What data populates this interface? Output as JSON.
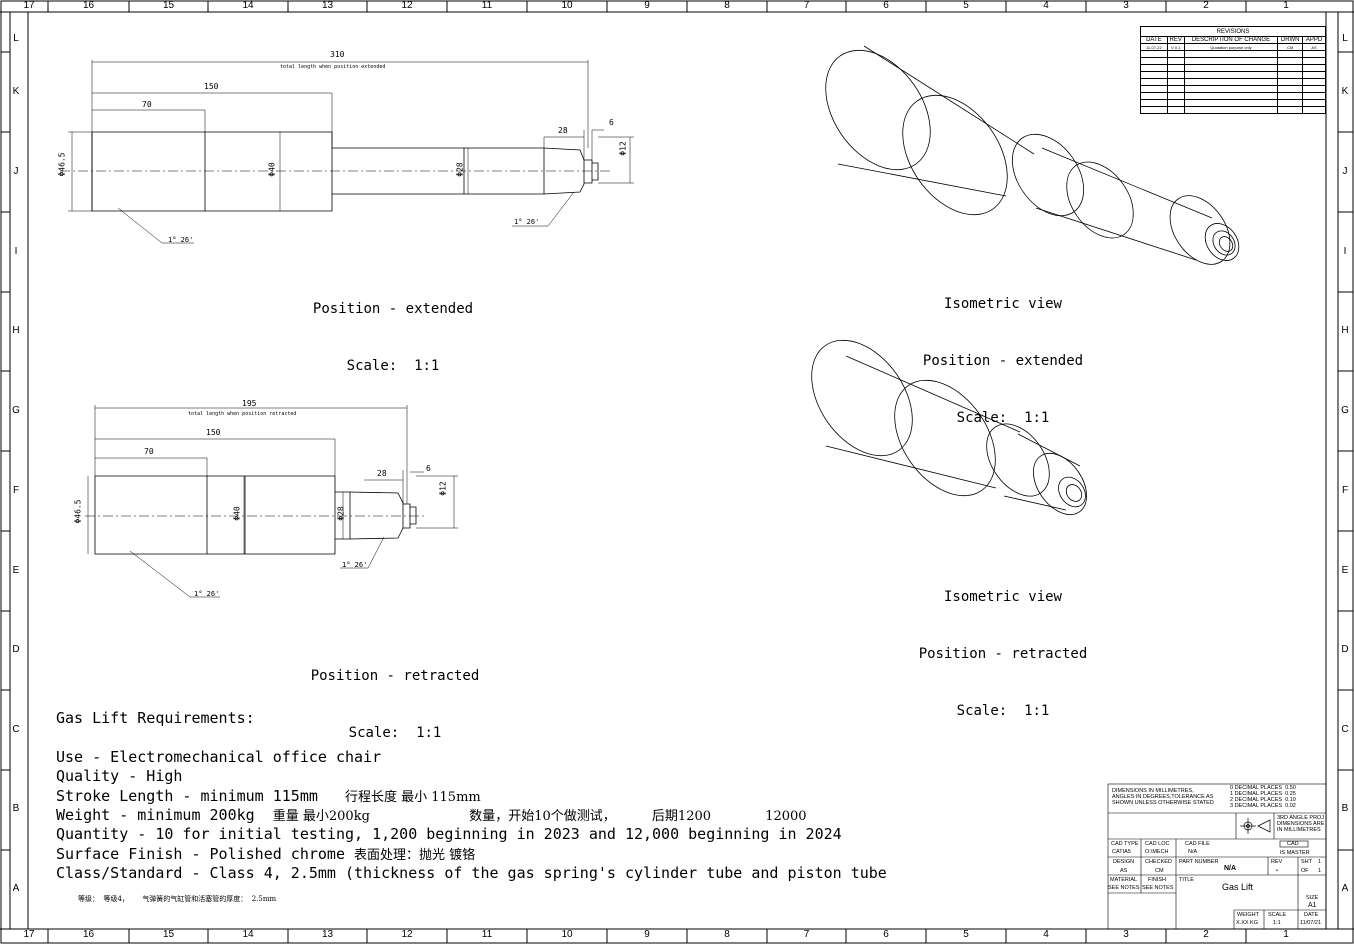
{
  "zones_top": [
    "17",
    "16",
    "15",
    "14",
    "13",
    "12",
    "11",
    "10",
    "9",
    "8",
    "7",
    "6",
    "5",
    "4",
    "3",
    "2",
    "1"
  ],
  "zones_side": [
    "L",
    "K",
    "J",
    "I",
    "H",
    "G",
    "F",
    "E",
    "D",
    "C",
    "B",
    "A"
  ],
  "views": {
    "extended": {
      "dims": {
        "total": "310",
        "total_note": "total length when position extended",
        "d150": "150",
        "d70": "70",
        "d28": "28",
        "d6": "6",
        "dia12": "Φ12",
        "dia46": "Φ46.5",
        "dia40": "Φ40",
        "dia28": "Φ28",
        "angle_a": "1° 26'",
        "angle_b": "1° 26'"
      },
      "caption1": "Position - extended",
      "caption2": "Scale:  1:1"
    },
    "retracted": {
      "dims": {
        "total": "195",
        "total_note": "total length when position retracted",
        "d150": "150",
        "d70": "70",
        "d28": "28",
        "d6": "6",
        "dia12": "Φ12",
        "dia46": "Φ46.5",
        "dia40": "Φ40",
        "dia28": "Φ28",
        "angle_a": "1° 26'",
        "angle_b": "1° 26'"
      },
      "caption1": "Position - retracted",
      "caption2": "Scale:  1:1"
    },
    "iso_extended": {
      "caption1": "Isometric view",
      "caption2": "Position - extended",
      "caption3": "Scale:  1:1"
    },
    "iso_retracted": {
      "caption1": "Isometric view",
      "caption2": "Position - retracted",
      "caption3": "Scale:  1:1"
    }
  },
  "requirements": {
    "heading": "Gas Lift Requirements:",
    "use": "Use - Electromechanical office chair",
    "quality": "Quality - High",
    "stroke": "Stroke Length - minimum 115mm",
    "stroke_cn": "行程长度 最小 115mm",
    "weight": "Weight - minimum 200kg",
    "weight_cn": "重量 最小200kg",
    "quantity_cn": "数量，开始10个做测试，",
    "later_cn": "后期1200",
    "later2": "12000",
    "quantity": "Quantity - 10 for initial testing, 1,200 beginning in 2023 and 12,000 beginning in 2024",
    "surface": "Surface Finish - Polished chrome",
    "surface_cn": "表面处理：抛光 镀铬",
    "class": "Class/Standard - Class 4, 2.5mm (thickness of the gas spring's cylinder tube and piston tube",
    "class_cn": "等级：  等级4，      气弹簧的气缸管和活塞管的厚度：  2.5mm"
  },
  "revisions": {
    "title": "REVISIONS",
    "headers": [
      "DATE",
      "REV",
      "DESCRIPTION OF CHANGE",
      "DRWN",
      "APPD"
    ],
    "row1": [
      "11-07-22",
      "V 0.1",
      "Quotation purpose only",
      "CM",
      "AS"
    ]
  },
  "title_block": {
    "dims_note": "DIMENSIONS IN MILLIMETRES,\nANGLES IN DEGREES,TOLERANCE AS\nSHOWN UNLESS OTHERWISE STATED",
    "decimals": "0 DECIMAL PLACES  0.50\n1 DECIMAL PLACES  0.25\n2 DECIMAL PLACES  0.10\n3 DECIMAL PLACES  0.02",
    "projection": "3RD ANGLE PROJ\nDIMENSIONS ARE\nIN MILLIMETRES",
    "cad_type_label": "CAD TYPE",
    "cad_type": "CATIA5",
    "cad_loc_label": "CAD LOC",
    "cad_loc": "O:\\MECH",
    "cad_file_label": "CAD FILE",
    "cad_file": "N/A",
    "cad_badge": "CAD",
    "is_master": "IS MASTER",
    "design_label": "DESIGN",
    "design": "AS",
    "checked_label": "CHECKED",
    "checked": "CM",
    "part_label": "PART NUMBER",
    "part": "N/A",
    "rev_label": "REV",
    "rev": "•",
    "sht_label": "SHT",
    "sht": "1",
    "of_label": "OF",
    "of": "1",
    "material_label": "MATERIAL",
    "material": "SEE NOTES",
    "finish_label": "FINISH",
    "finish": "SEE NOTES",
    "title_label": "TITLE",
    "title": "Gas Lift",
    "size_label": "SIZE",
    "size": "A1",
    "weight_label": "WEIGHT",
    "weight": "X.XX KG",
    "scale_label": "SCALE",
    "scale": "1:1",
    "date_label": "DATE",
    "date": "11/07/21"
  }
}
